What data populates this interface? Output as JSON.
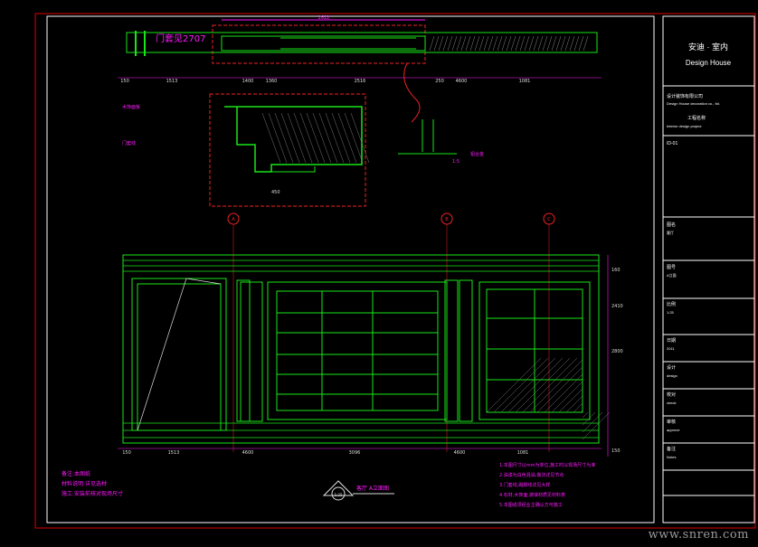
{
  "drawing": {
    "top_plan_label": "门套见2707",
    "top_plan_total_dim": "2622",
    "section_label_1": "A",
    "section_label_2": "B",
    "section_label_3": "C",
    "elevation_title": "客厅 A立面图",
    "scale_hint": "1:25",
    "bottom_dims": [
      "150",
      "1513",
      "4600",
      "3096",
      "4600",
      "1081"
    ],
    "top_dims": [
      "150",
      "1513",
      "1400",
      "1360",
      "2516",
      "250",
      "4600",
      "1081"
    ],
    "left_notes": [
      "备注:本图纸",
      "材料说明:详见选材",
      "施工:安装前核对现场尺寸"
    ],
    "right_notes": [
      "1.本图尺寸以mm为单位,施工时以现场尺寸为准",
      "2.油漆为白色混油,做法详见节点",
      "3.门套线,踢脚线详见大样",
      "4.石材,木饰面,玻璃材质见材料表",
      "5.本图纸须经业主确认方可施工"
    ],
    "height_dims": [
      "2410",
      "2800",
      "160",
      "150"
    ]
  },
  "title_block": {
    "brand_logo_text": "安迪 · 室内",
    "brand_name": "Design House",
    "company_cn": "设计装饰有限公司",
    "company_en": "Design House decoration co., ltd.",
    "project_label": "工程名称",
    "project_en": "Interior design project",
    "drawing_no": "ID-01",
    "rows": [
      {
        "label": "图名",
        "value": "客厅"
      },
      {
        "label": "图号",
        "value": "A立面"
      },
      {
        "label": "比例",
        "value": "1:25"
      },
      {
        "label": "日期",
        "value": "2011"
      },
      {
        "label": "设计",
        "value": "design"
      },
      {
        "label": "校对",
        "value": "check"
      },
      {
        "label": "审核",
        "value": "approve"
      },
      {
        "label": "备注",
        "value": "Notes"
      }
    ]
  },
  "watermark": "www.snren.com"
}
